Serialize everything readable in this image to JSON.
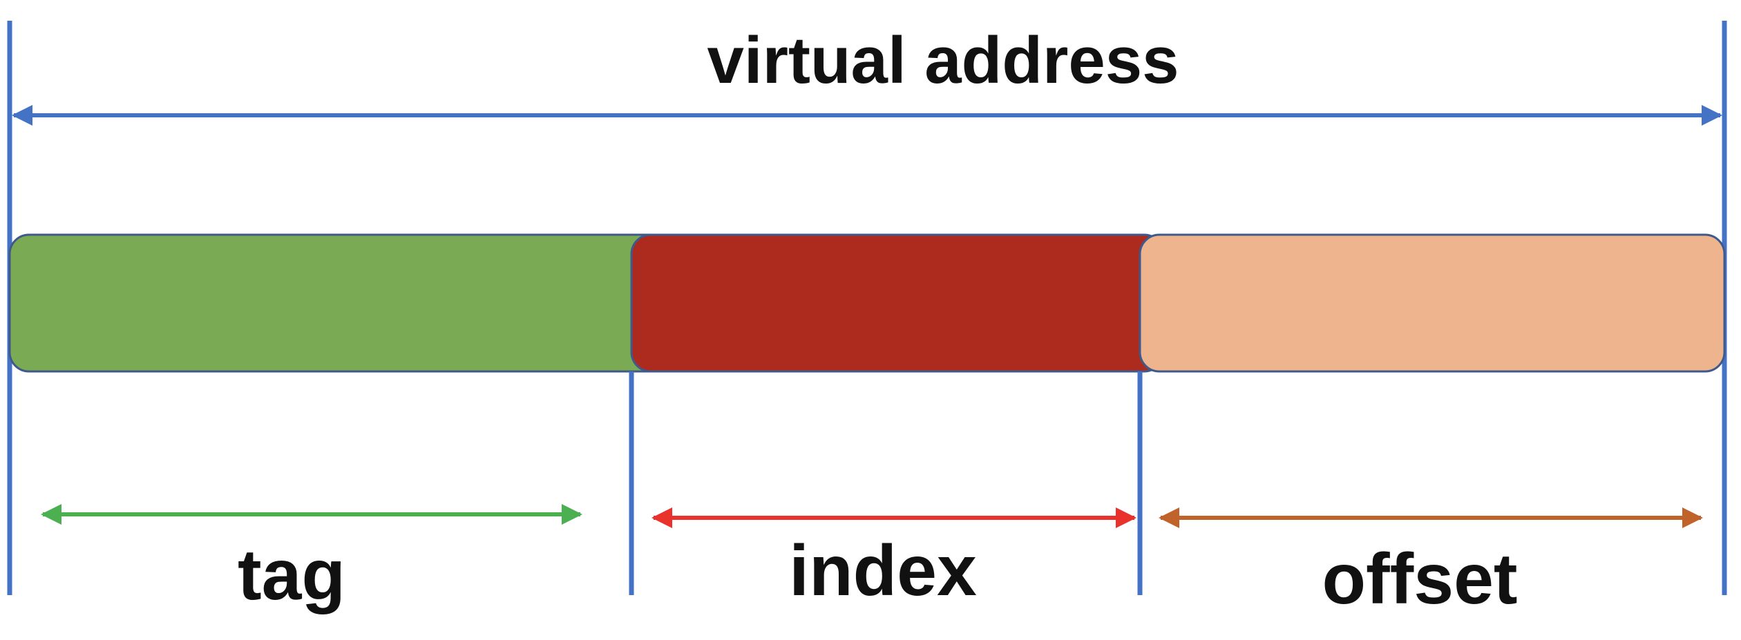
{
  "title": "virtual address",
  "segments": [
    {
      "label": "tag",
      "fill": "#7BAA55",
      "arrow_color": "#4CAF50"
    },
    {
      "label": "index",
      "fill": "#AD2A1E",
      "arrow_color": "#E8322B"
    },
    {
      "label": "offset",
      "fill": "#EDB48E",
      "arrow_color": "#C0632A"
    }
  ],
  "colors": {
    "boundary_line": "#4472C4",
    "segment_border": "#3F5A8A",
    "label_text": "#111111"
  }
}
